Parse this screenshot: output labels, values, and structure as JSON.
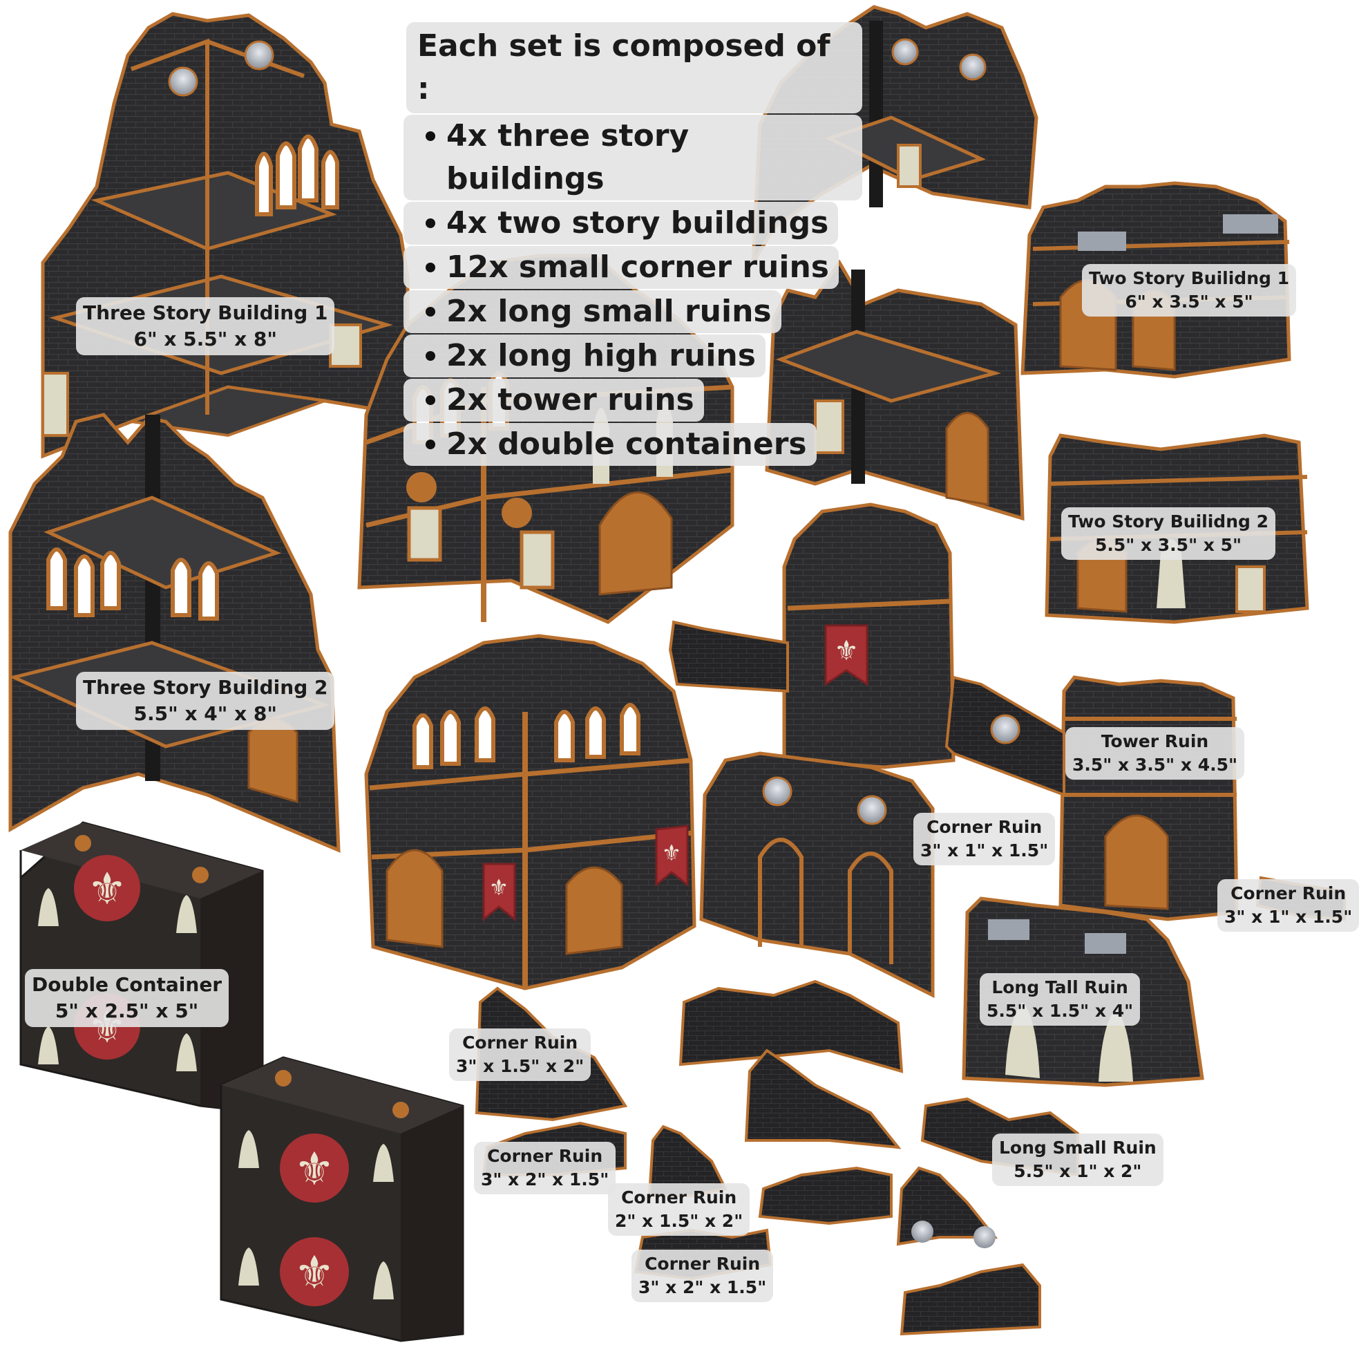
{
  "composition": {
    "title": "Each set is composed of :",
    "items": [
      "4x three story buildings",
      "4x two story buildings",
      "12x small corner ruins",
      "2x long small ruins",
      "2x long high ruins",
      "2x tower ruins",
      "2x double containers"
    ]
  },
  "labels": {
    "three_story_1": {
      "name": "Three Story Building 1",
      "size": "6\" x 5.5\" x 8\""
    },
    "three_story_2": {
      "name": "Three Story Building 2",
      "size": "5.5\" x 4\" x 8\""
    },
    "two_story_1": {
      "name": "Two Story Builidng 1",
      "size": "6\" x 3.5\" x 5\""
    },
    "two_story_2": {
      "name": "Two Story Builidng 2",
      "size": "5.5\" x 3.5\" x 5\""
    },
    "tower_ruin": {
      "name": "Tower Ruin",
      "size": "3.5\" x 3.5\" x 4.5\""
    },
    "corner_ruin_a": {
      "name": "Corner Ruin",
      "size": "3\" x 1\" x 1.5\""
    },
    "corner_ruin_b": {
      "name": "Corner Ruin",
      "size": "3\" x 1\" x 1.5\""
    },
    "long_tall_ruin": {
      "name": "Long Tall Ruin",
      "size": "5.5\" x 1.5\" x 4\""
    },
    "double_container": {
      "name": "Double Container",
      "size": "5\" x 2.5\" x 5\""
    },
    "corner_ruin_c": {
      "name": "Corner Ruin",
      "size": "3\" x 1.5\" x 2\""
    },
    "corner_ruin_d": {
      "name": "Corner Ruin",
      "size": "3\" x 2\" x 1.5\""
    },
    "corner_ruin_e": {
      "name": "Corner Ruin",
      "size": "2\" x 1.5\" x 2\""
    },
    "corner_ruin_f": {
      "name": "Corner Ruin",
      "size": "3\" x 2\" x 1.5\""
    },
    "long_small_ruin": {
      "name": "Long Small Ruin",
      "size": "5.5\" x 1\" x 2\""
    }
  },
  "colors": {
    "stone": "#2b2b2d",
    "trim": "#b8702f",
    "ivory": "#dcd9c4",
    "banner_red": "#a63033",
    "container_dark": "#2d2927",
    "window_glass": "#ffffff",
    "metal": "#9da3ad"
  }
}
